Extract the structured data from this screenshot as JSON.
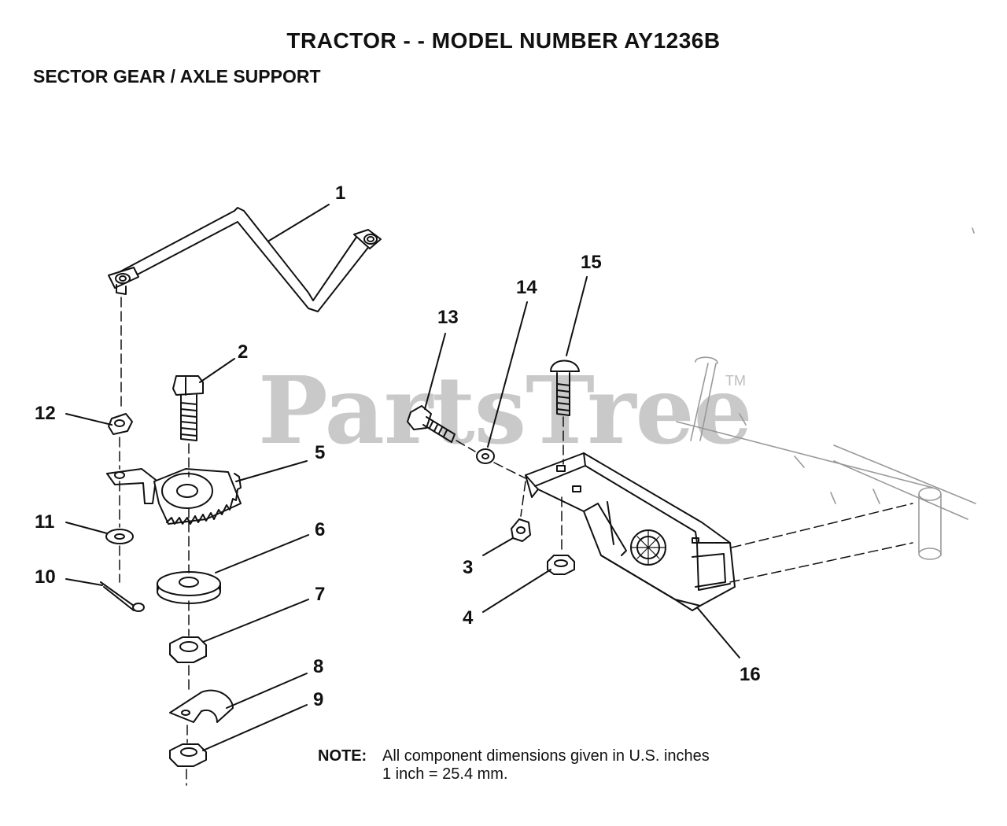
{
  "header": {
    "title": "TRACTOR - - MODEL NUMBER  AY1236B",
    "subtitle": "SECTOR GEAR / AXLE SUPPORT"
  },
  "watermark": {
    "text": "PartsTree",
    "tm": "TM"
  },
  "callouts": [
    "1",
    "2",
    "3",
    "4",
    "5",
    "6",
    "7",
    "8",
    "9",
    "10",
    "11",
    "12",
    "13",
    "14",
    "15",
    "16"
  ],
  "note": {
    "label": "NOTE:",
    "line1": "All component dimensions given in U.S. inches",
    "line2": "1 inch = 25.4 mm."
  }
}
